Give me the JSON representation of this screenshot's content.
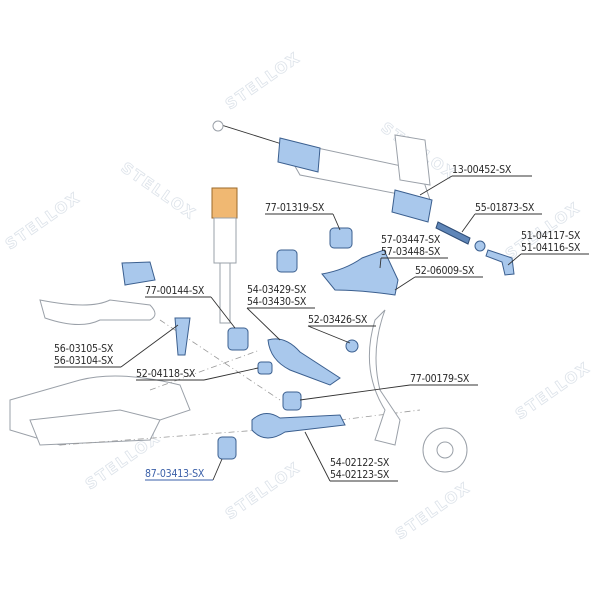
{
  "watermark": "STELLOX",
  "accent_color": "#a9c8ec",
  "highlight_label_color": "#3a5fa8",
  "labels": {
    "l13_00452": "13-00452-SX",
    "l77_01319": "77-01319-SX",
    "l55_01873": "55-01873-SX",
    "l57_03447": "57-03447-SX",
    "l57_03448": "57-03448-SX",
    "l51_04117": "51-04117-SX",
    "l51_04116": "51-04116-SX",
    "l52_06009": "52-06009-SX",
    "l54_03429": "54-03429-SX",
    "l54_03430": "54-03430-SX",
    "l77_00144": "77-00144-SX",
    "l52_03426": "52-03426-SX",
    "l56_03105": "56-03105-SX",
    "l56_03104": "56-03104-SX",
    "l52_04118": "52-04118-SX",
    "l77_00179": "77-00179-SX",
    "l54_02122": "54-02122-SX",
    "l54_02123": "54-02123-SX",
    "l87_03413": "87-03413-SX"
  }
}
